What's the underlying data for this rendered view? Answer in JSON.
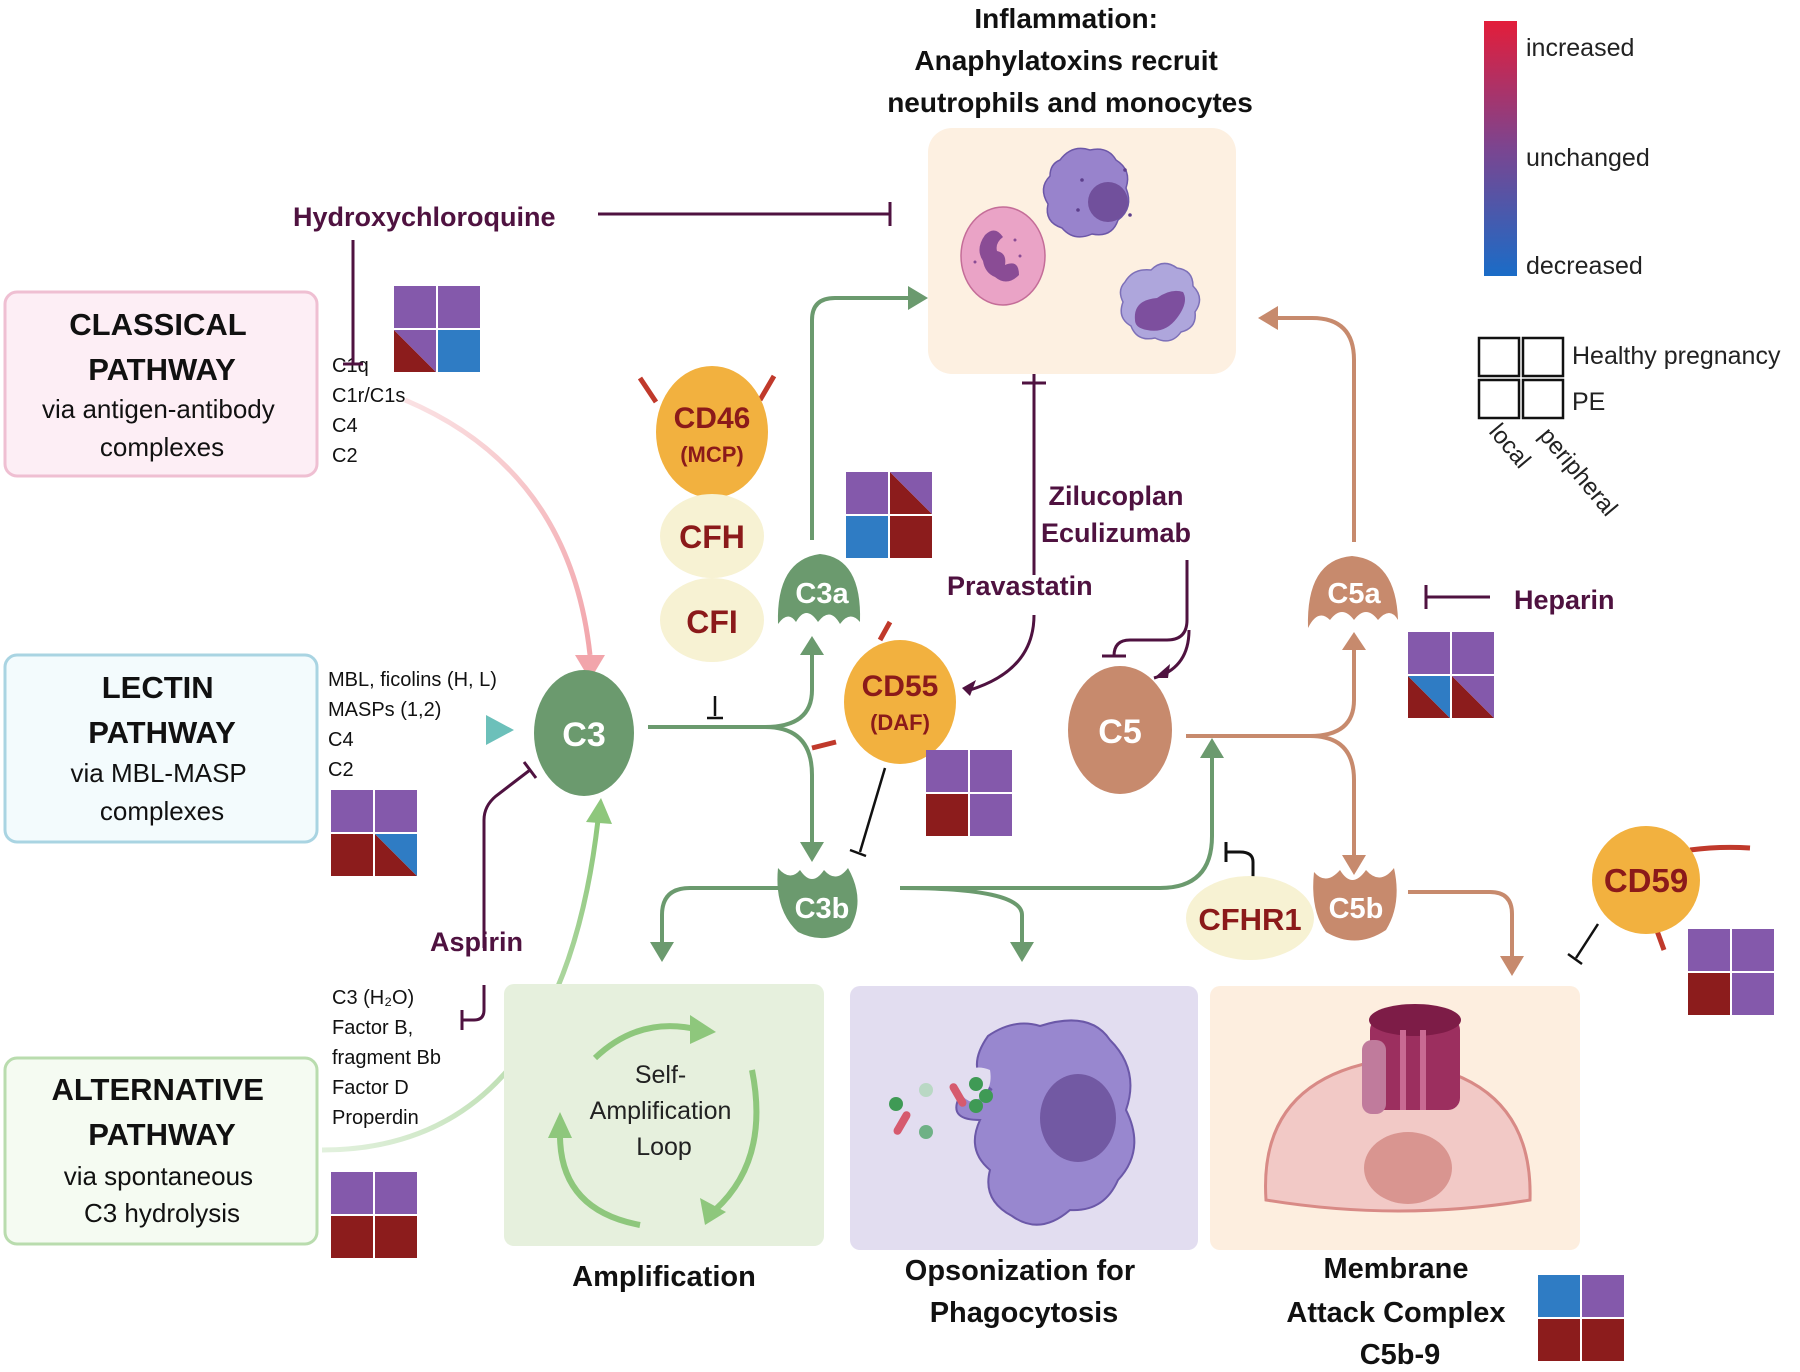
{
  "inflammation": {
    "title_lines": [
      "Inflammation:",
      "Anaphylatoxins recruit",
      "neutrophils and monocytes"
    ]
  },
  "legend": {
    "gradient_labels": {
      "top": "increased",
      "middle": "unchanged",
      "bottom": "decreased"
    },
    "gradient_colors": {
      "top": "#e31d3a",
      "middle": "#7b4590",
      "bottom": "#1a6cc7"
    },
    "grid_rows": [
      "Healthy pregnancy",
      "PE"
    ],
    "grid_cols": [
      "local",
      "peripheral"
    ]
  },
  "colors": {
    "purple": "#8459ab",
    "red": "#8c1c1c",
    "blue": "#2f7cc4",
    "green_node": "#6b9a6e",
    "brown_node": "#c78a6d",
    "orange_regulator": "#f2b13f",
    "drug": "#4f1240",
    "regulator_text": "#8b1a1a"
  },
  "pathways": [
    {
      "title_lines": [
        "CLASSICAL",
        "PATHWAY"
      ],
      "sub_lines": [
        "via antigen-antibody",
        "complexes"
      ],
      "components": [
        "C1q",
        "C1r/C1s",
        "C4",
        "C2"
      ]
    },
    {
      "title_lines": [
        "LECTIN",
        "PATHWAY"
      ],
      "sub_lines": [
        "via MBL-MASP",
        "complexes"
      ],
      "components": [
        "MBL, ficolins (H, L)",
        "MASPs (1,2)",
        "C4",
        "C2"
      ]
    },
    {
      "title_lines": [
        "ALTERNATIVE",
        "PATHWAY"
      ],
      "sub_lines": [
        "via spontaneous",
        "C3 hydrolysis"
      ],
      "components": [
        "C3 (H₂O)",
        "Factor B,",
        "fragment Bb",
        "Factor D",
        "Properdin"
      ]
    }
  ],
  "drugs": {
    "hydroxychloroquine": "Hydroxychloroquine",
    "aspirin": "Aspirin",
    "pravastatin": "Pravastatin",
    "zilucoplan": "Zilucoplan",
    "eculizumab": "Eculizumab",
    "heparin": "Heparin"
  },
  "nodes": {
    "c3": "C3",
    "c3a": "C3a",
    "c3b": "C3b",
    "c5": "C5",
    "c5a": "C5a",
    "c5b": "C5b"
  },
  "regulators": {
    "cd46": "CD46",
    "cd46_sub": "(MCP)",
    "cfh": "CFH",
    "cfi": "CFI",
    "cd55": "CD55",
    "cd55_sub": "(DAF)",
    "cfhr1": "CFHR1",
    "cd59": "CD59"
  },
  "outcomes": {
    "amplification_loop": [
      "Self-",
      "Amplification",
      "Loop"
    ],
    "amplification": "Amplification",
    "opsonization": [
      "Opsonization for",
      "Phagocytosis"
    ],
    "mac": [
      "Membrane",
      "Attack Complex",
      "C5b-9"
    ]
  },
  "expression_grids": {
    "classical": [
      [
        "purple",
        "purple"
      ],
      [
        "red/purple",
        "blue"
      ]
    ],
    "lectin": [
      [
        "purple",
        "purple"
      ],
      [
        "red",
        "red/blue"
      ]
    ],
    "alternative": [
      [
        "purple",
        "purple"
      ],
      [
        "red",
        "red"
      ]
    ],
    "c3a": [
      [
        "purple",
        "red/purple"
      ],
      [
        "blue",
        "red"
      ]
    ],
    "cd55": [
      [
        "purple",
        "purple"
      ],
      [
        "red",
        "purple"
      ]
    ],
    "c5a": [
      [
        "purple",
        "purple"
      ],
      [
        "red/blue",
        "red/purple"
      ]
    ],
    "cd59": [
      [
        "purple",
        "purple"
      ],
      [
        "red",
        "purple"
      ]
    ],
    "mac": [
      [
        "blue",
        "purple"
      ],
      [
        "red",
        "red"
      ]
    ]
  }
}
